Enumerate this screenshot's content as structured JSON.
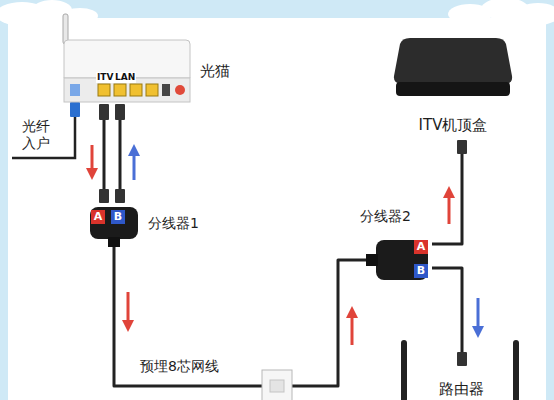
{
  "diagram": {
    "nodes": [
      {
        "text": [
          "光猫"
        ]
      },
      {
        "text": [
          "ITV机顶盒"
        ]
      },
      {
        "text": [
          "分线器1"
        ]
      },
      {
        "text": [
          "分线器2"
        ]
      },
      {
        "text": [
          "路由器"
        ]
      }
    ],
    "edges": [
      {
        "from": 0,
        "to": 2,
        "arrow": "none"
      },
      {
        "from": 0,
        "to": 2,
        "arrow": "none"
      },
      {
        "from": 2,
        "to": 3,
        "label": "预埋8芯网线",
        "arrow": "none"
      },
      {
        "from": 3,
        "to": 1,
        "arrow": "none"
      },
      {
        "from": 3,
        "to": 4,
        "arrow": "none"
      }
    ],
    "labels": [
      "ITV",
      "LAN",
      "光纤 入户",
      "A",
      "B",
      "A",
      "B"
    ]
  }
}
